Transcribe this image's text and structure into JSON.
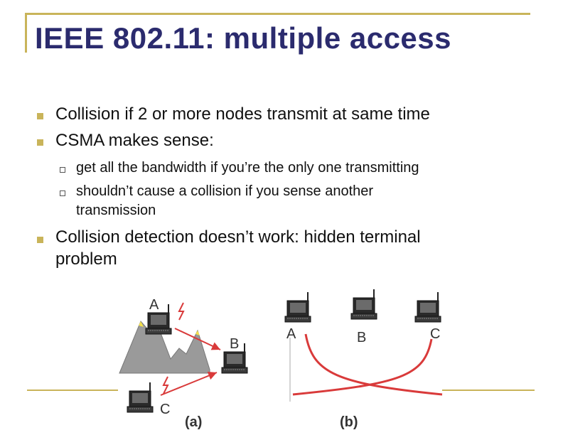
{
  "slide": {
    "title": "IEEE 802.11: multiple access",
    "bullets": [
      "Collision if 2 or more nodes transmit at same time",
      "CSMA makes sense:",
      "Collision detection doesn’t work: hidden terminal",
      "problem"
    ],
    "sub_bullets": [
      "get all the bandwidth if you’re the only one transmitting",
      "shouldn’t cause a collision if you sense another",
      "transmission"
    ]
  },
  "figure_a": {
    "node_a": "A",
    "node_b": "B",
    "node_c": "C",
    "caption": "(a)"
  },
  "figure_b": {
    "node_a": "A",
    "node_b": "B",
    "node_c": "C",
    "caption": "(b)"
  },
  "colors": {
    "accent": "#c9b45a",
    "title": "#2b2b6e",
    "signal": "#d93a3a",
    "mountain": "#9a9a9a"
  }
}
